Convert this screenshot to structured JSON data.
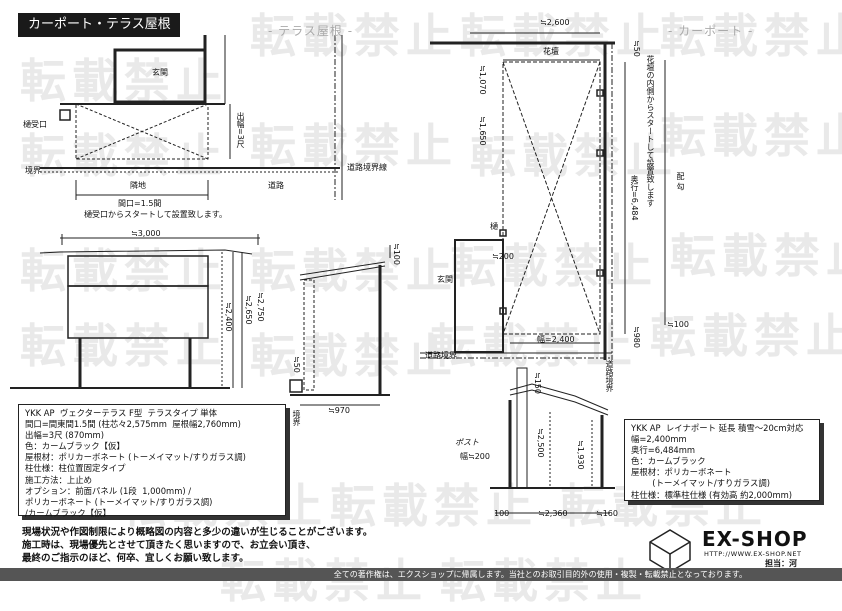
{
  "title": "カーポート・テラス屋根",
  "sections": {
    "terrace": "- テラス屋根 -",
    "carport": "- カーポート -"
  },
  "watermark": "転載禁止",
  "terrace_plan": {
    "entrance": "玄関",
    "gutter": "樋受口",
    "boundary": "境界",
    "land": "隣地",
    "road": "道路",
    "road_boundary": "道路境界線",
    "projection": "出幅=3尺",
    "frontage": "間口=1.5間",
    "start_note": "樋受口からスタートして設置致します。"
  },
  "terrace_elev": {
    "width": "≒3,000",
    "h1": "≒2,400",
    "h2": "≒2,650",
    "h3": "≒2,750",
    "side_100": "≒100",
    "side_50": "≒50",
    "depth": "≒970",
    "boundary": "境界"
  },
  "terrace_spec": [
    "YKK AP  ヴェクターテラス F型  テラスタイプ 単体",
    "間口=間東間1.5間 (柱芯々2,575mm  屋根幅2,760mm)",
    "出幅=3尺 (870mm)",
    "色：カームブラック【仮】",
    "屋根材：ポリカーボネート (トーメイマット/すりガラス調)",
    "柱仕様：柱位置固定タイプ",
    "施工方法：上止め",
    "オプション：前面パネル (1段  1,000mm) /",
    "ポリカーボネート (トーメイマット/すりガラス調)",
    "/カームブラック【仮】"
  ],
  "carport_plan": {
    "top_width": "≒2,600",
    "flowerbed": "花壇",
    "dim_50": "≒50",
    "dim_1070": "≒1,070",
    "dim_1650": "≒1,650",
    "gutter": "樋",
    "dim_200": "≒200",
    "entrance": "玄関",
    "width_label": "幅=2,400",
    "depth_label": "奥行=6,484",
    "start_note": "花壇の内側からスタートして設置致します",
    "dim_100": "≒100",
    "dim_980": "≒980",
    "road_boundary_left": "道路境界",
    "road_boundary_right": "道路境界",
    "arrow_char": "配  勾"
  },
  "carport_elev": {
    "post": "ポスト",
    "w200": "幅≒200",
    "h2500": "≒2,500",
    "h1930": "≒1,930",
    "h150": "≒150",
    "b100": "100",
    "b2360": "≒2,360",
    "b160": "≒160"
  },
  "carport_spec": [
    "YKK AP  レイナポート 延長 積雪～20cm対応",
    "幅=2,400mm",
    "奥行=6,484mm",
    "色：カームブラック",
    "屋根材：ポリカーボネート",
    "        (トーメイマット/すりガラス調)",
    "柱仕様：標準柱仕様 (有効高 約2,000mm)"
  ],
  "notes": [
    "現場状況や作図制限により概略図の内容と多少の違いが生じることがございます。",
    "施工時は、現場優先とさせて頂きたく思いますので、お立会い頂き、",
    "最終のご指示のほど、何卒、宜しくお願い致します。"
  ],
  "logo": {
    "name": "EX-SHOP",
    "url": "HTTP://WWW.EX-SHOP.NET",
    "person": "担当：河"
  },
  "footer": "全ての著作権は、エクスショップに帰属します。当社とのお取引目的外の使用・複製・転載禁止となっております。"
}
